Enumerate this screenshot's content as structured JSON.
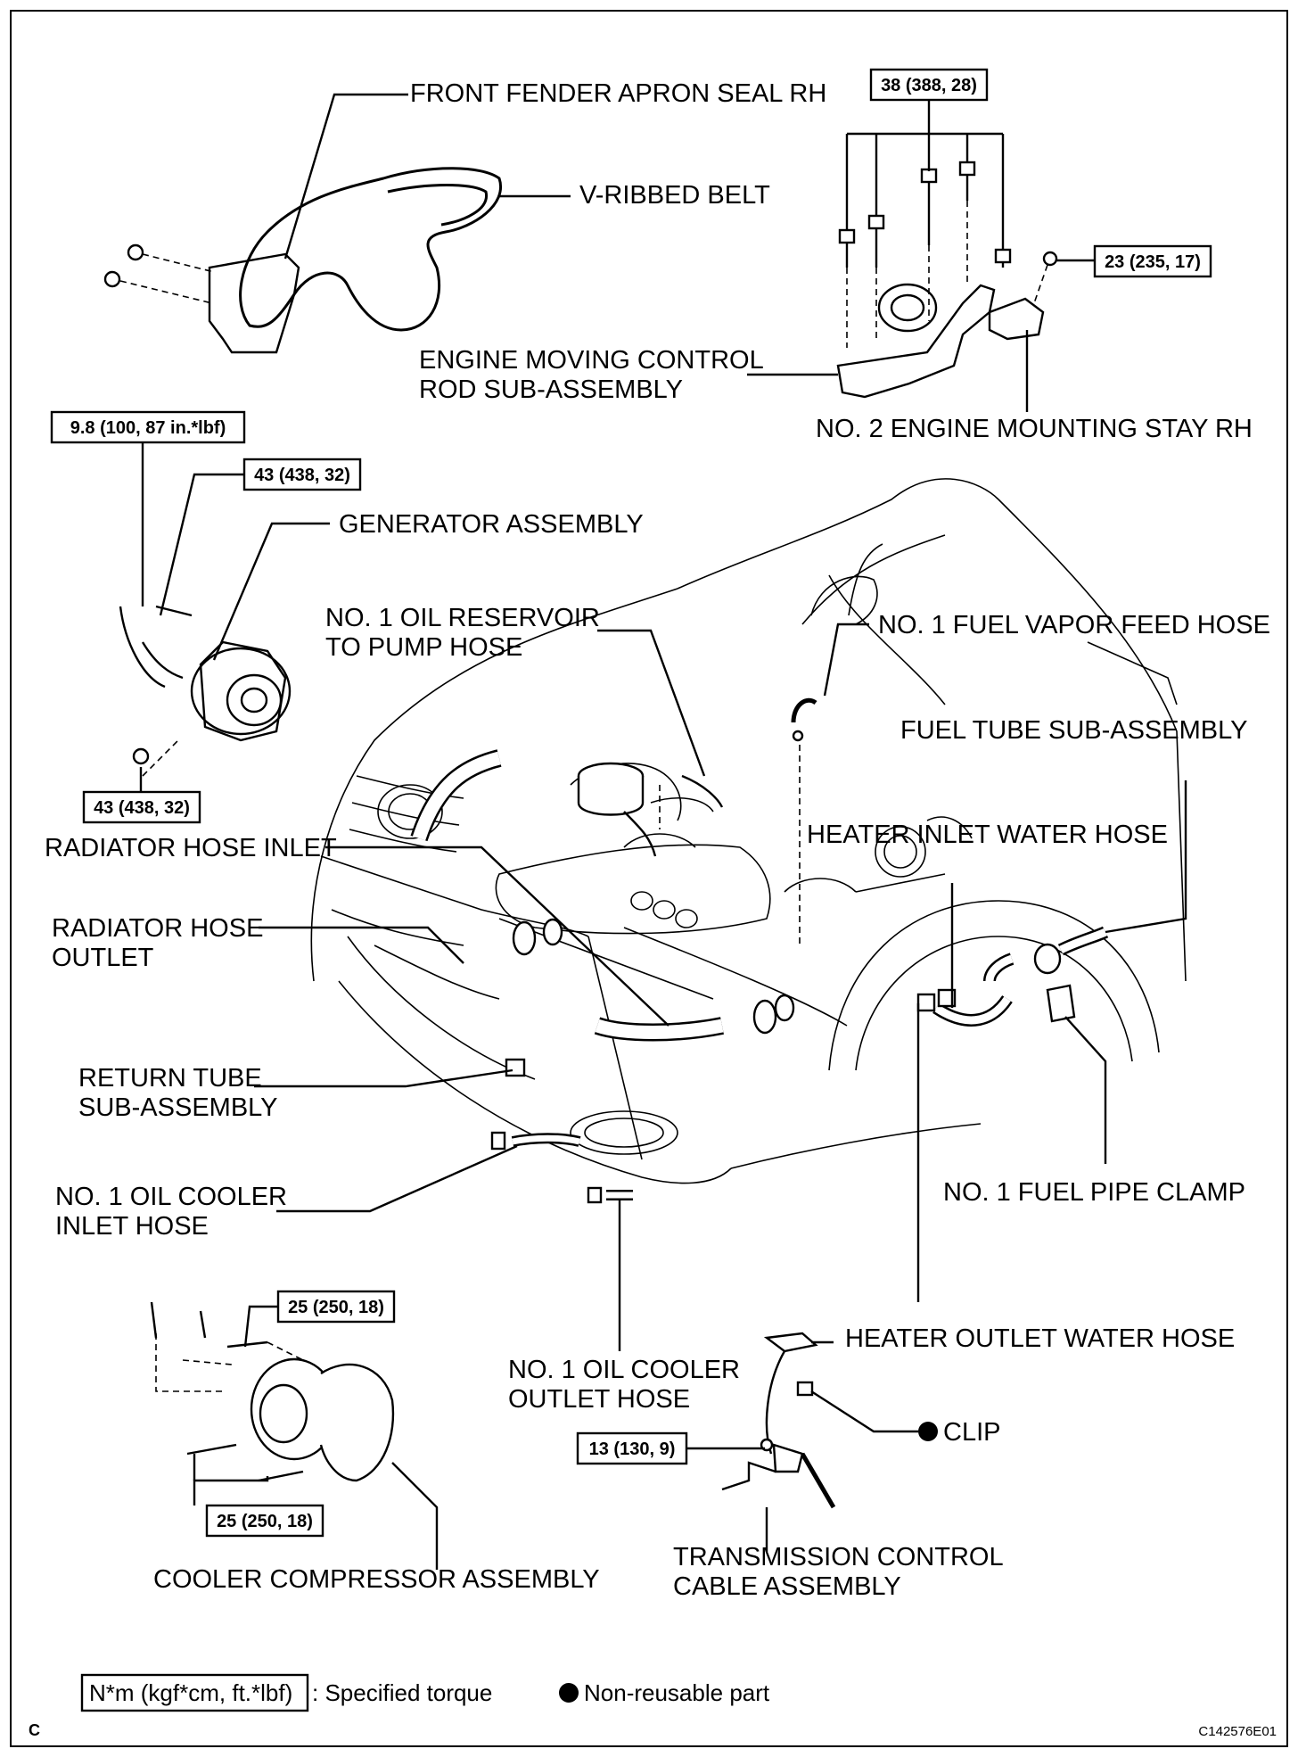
{
  "labels": {
    "front_fender_apron_seal": "FRONT FENDER APRON SEAL RH",
    "v_ribbed_belt": "V-RIBBED BELT",
    "engine_moving_control_rod_1": "ENGINE MOVING CONTROL",
    "engine_moving_control_rod_2": "ROD SUB-ASSEMBLY",
    "no2_engine_mounting_stay": "NO. 2 ENGINE MOUNTING STAY RH",
    "generator_assembly": "GENERATOR ASSEMBLY",
    "no1_oil_reservoir_1": "NO. 1 OIL RESERVOIR",
    "no1_oil_reservoir_2": "TO PUMP HOSE",
    "no1_fuel_vapor_feed_hose": "NO. 1 FUEL VAPOR FEED HOSE",
    "fuel_tube_sub_assembly": "FUEL TUBE SUB-ASSEMBLY",
    "heater_inlet_water_hose": "HEATER INLET WATER HOSE",
    "radiator_hose_inlet": "RADIATOR HOSE INLET",
    "radiator_hose_outlet_1": "RADIATOR HOSE",
    "radiator_hose_outlet_2": "OUTLET",
    "return_tube_1": "RETURN TUBE",
    "return_tube_2": "SUB-ASSEMBLY",
    "no1_oil_cooler_inlet_1": "NO. 1 OIL COOLER",
    "no1_oil_cooler_inlet_2": "INLET HOSE",
    "no1_fuel_pipe_clamp": "NO. 1 FUEL PIPE CLAMP",
    "heater_outlet_water_hose": "HEATER OUTLET WATER HOSE",
    "no1_oil_cooler_outlet_1": "NO. 1 OIL COOLER",
    "no1_oil_cooler_outlet_2": "OUTLET HOSE",
    "clip": "CLIP",
    "transmission_control_cable_1": "TRANSMISSION CONTROL",
    "transmission_control_cable_2": "CABLE ASSEMBLY",
    "cooler_compressor_assembly": "COOLER COMPRESSOR ASSEMBLY"
  },
  "torques": {
    "rod_bolts": "38 (388, 28)",
    "stay_nut": "23 (235, 17)",
    "generator_terminal": "9.8 (100, 87 in.*lbf)",
    "generator_upper_bolt": "43 (438, 32)",
    "generator_lower_bolt": "43 (438, 32)",
    "compressor_upper": "25 (250, 18)",
    "compressor_lower": "25 (250, 18)",
    "cable_nut": "13 (130, 9)"
  },
  "legend": {
    "torque_unit": "N*m (kgf*cm, ft.*lbf)",
    "torque_desc": ": Specified torque",
    "non_reusable": "Non-reusable part"
  },
  "footer": {
    "letter": "C",
    "code": "C142576E01"
  }
}
